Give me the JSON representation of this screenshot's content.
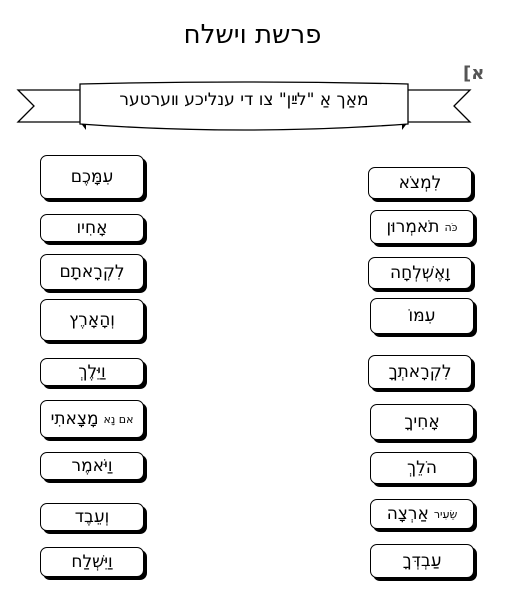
{
  "title": "פרשת וישלח",
  "section_letter": "א]",
  "banner_text": "מאַך אַ \"לײַן\" צו די ענליכע װערטער",
  "left_words": [
    {
      "prefix": "",
      "text": "עִמָּכֶם"
    },
    {
      "prefix": "",
      "text": "אָחִיו"
    },
    {
      "prefix": "",
      "text": "לִקְרָאתָם"
    },
    {
      "prefix": "",
      "text": "וְהָאָרֶץ"
    },
    {
      "prefix": "",
      "text": "וַיֵּלֶךְ"
    },
    {
      "prefix": "אם נָא",
      "text": "מָצָאתִי"
    },
    {
      "prefix": "",
      "text": "וַיֹּאמֶר"
    },
    {
      "prefix": "",
      "text": "וְעֵבֶד"
    },
    {
      "prefix": "",
      "text": "וַיִּשְׁלַח"
    }
  ],
  "right_words": [
    {
      "prefix": "",
      "text": "לִמְצֹא"
    },
    {
      "prefix": "כֹּה",
      "text": "תֹאמְרוּן"
    },
    {
      "prefix": "",
      "text": "וָאֶשְׁלְחָה"
    },
    {
      "prefix": "",
      "text": "עִמּוֹ"
    },
    {
      "prefix": "",
      "text": "לִקְרָאתְךָ"
    },
    {
      "prefix": "",
      "text": "אָחִיךָ"
    },
    {
      "prefix": "",
      "text": "הֹלֵךְ"
    },
    {
      "prefix": "שֵׂעִיר",
      "text": "אַרְצָה"
    },
    {
      "prefix": "",
      "text": "עַבְדְּךָ"
    }
  ]
}
